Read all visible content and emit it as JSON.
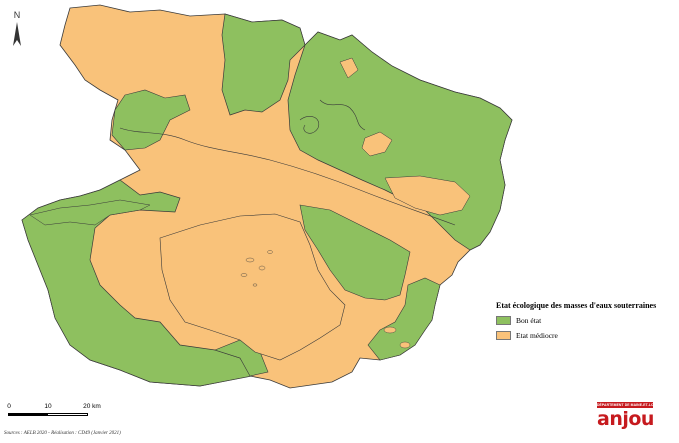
{
  "north_label": "N",
  "legend": {
    "title": "Etat écologique des masses d'eaux souterraines",
    "items": [
      {
        "label": "Bon état",
        "color": "#8ec05f"
      },
      {
        "label": "Etat médiocre",
        "color": "#f9c27a"
      }
    ]
  },
  "scale": {
    "ticks": [
      "0",
      "10",
      "20 km"
    ]
  },
  "source": "Sources : AELB 2020 - Réalisation : CD49 (Janvier 2021)",
  "logo": {
    "banner": "DÉPARTEMENT DE MAINE-ET-LOIRE",
    "word": "anjou",
    "color": "#c61a1e"
  },
  "colors": {
    "good": "#8ec05f",
    "poor": "#f9c27a",
    "stroke": "#3a3a3a"
  }
}
